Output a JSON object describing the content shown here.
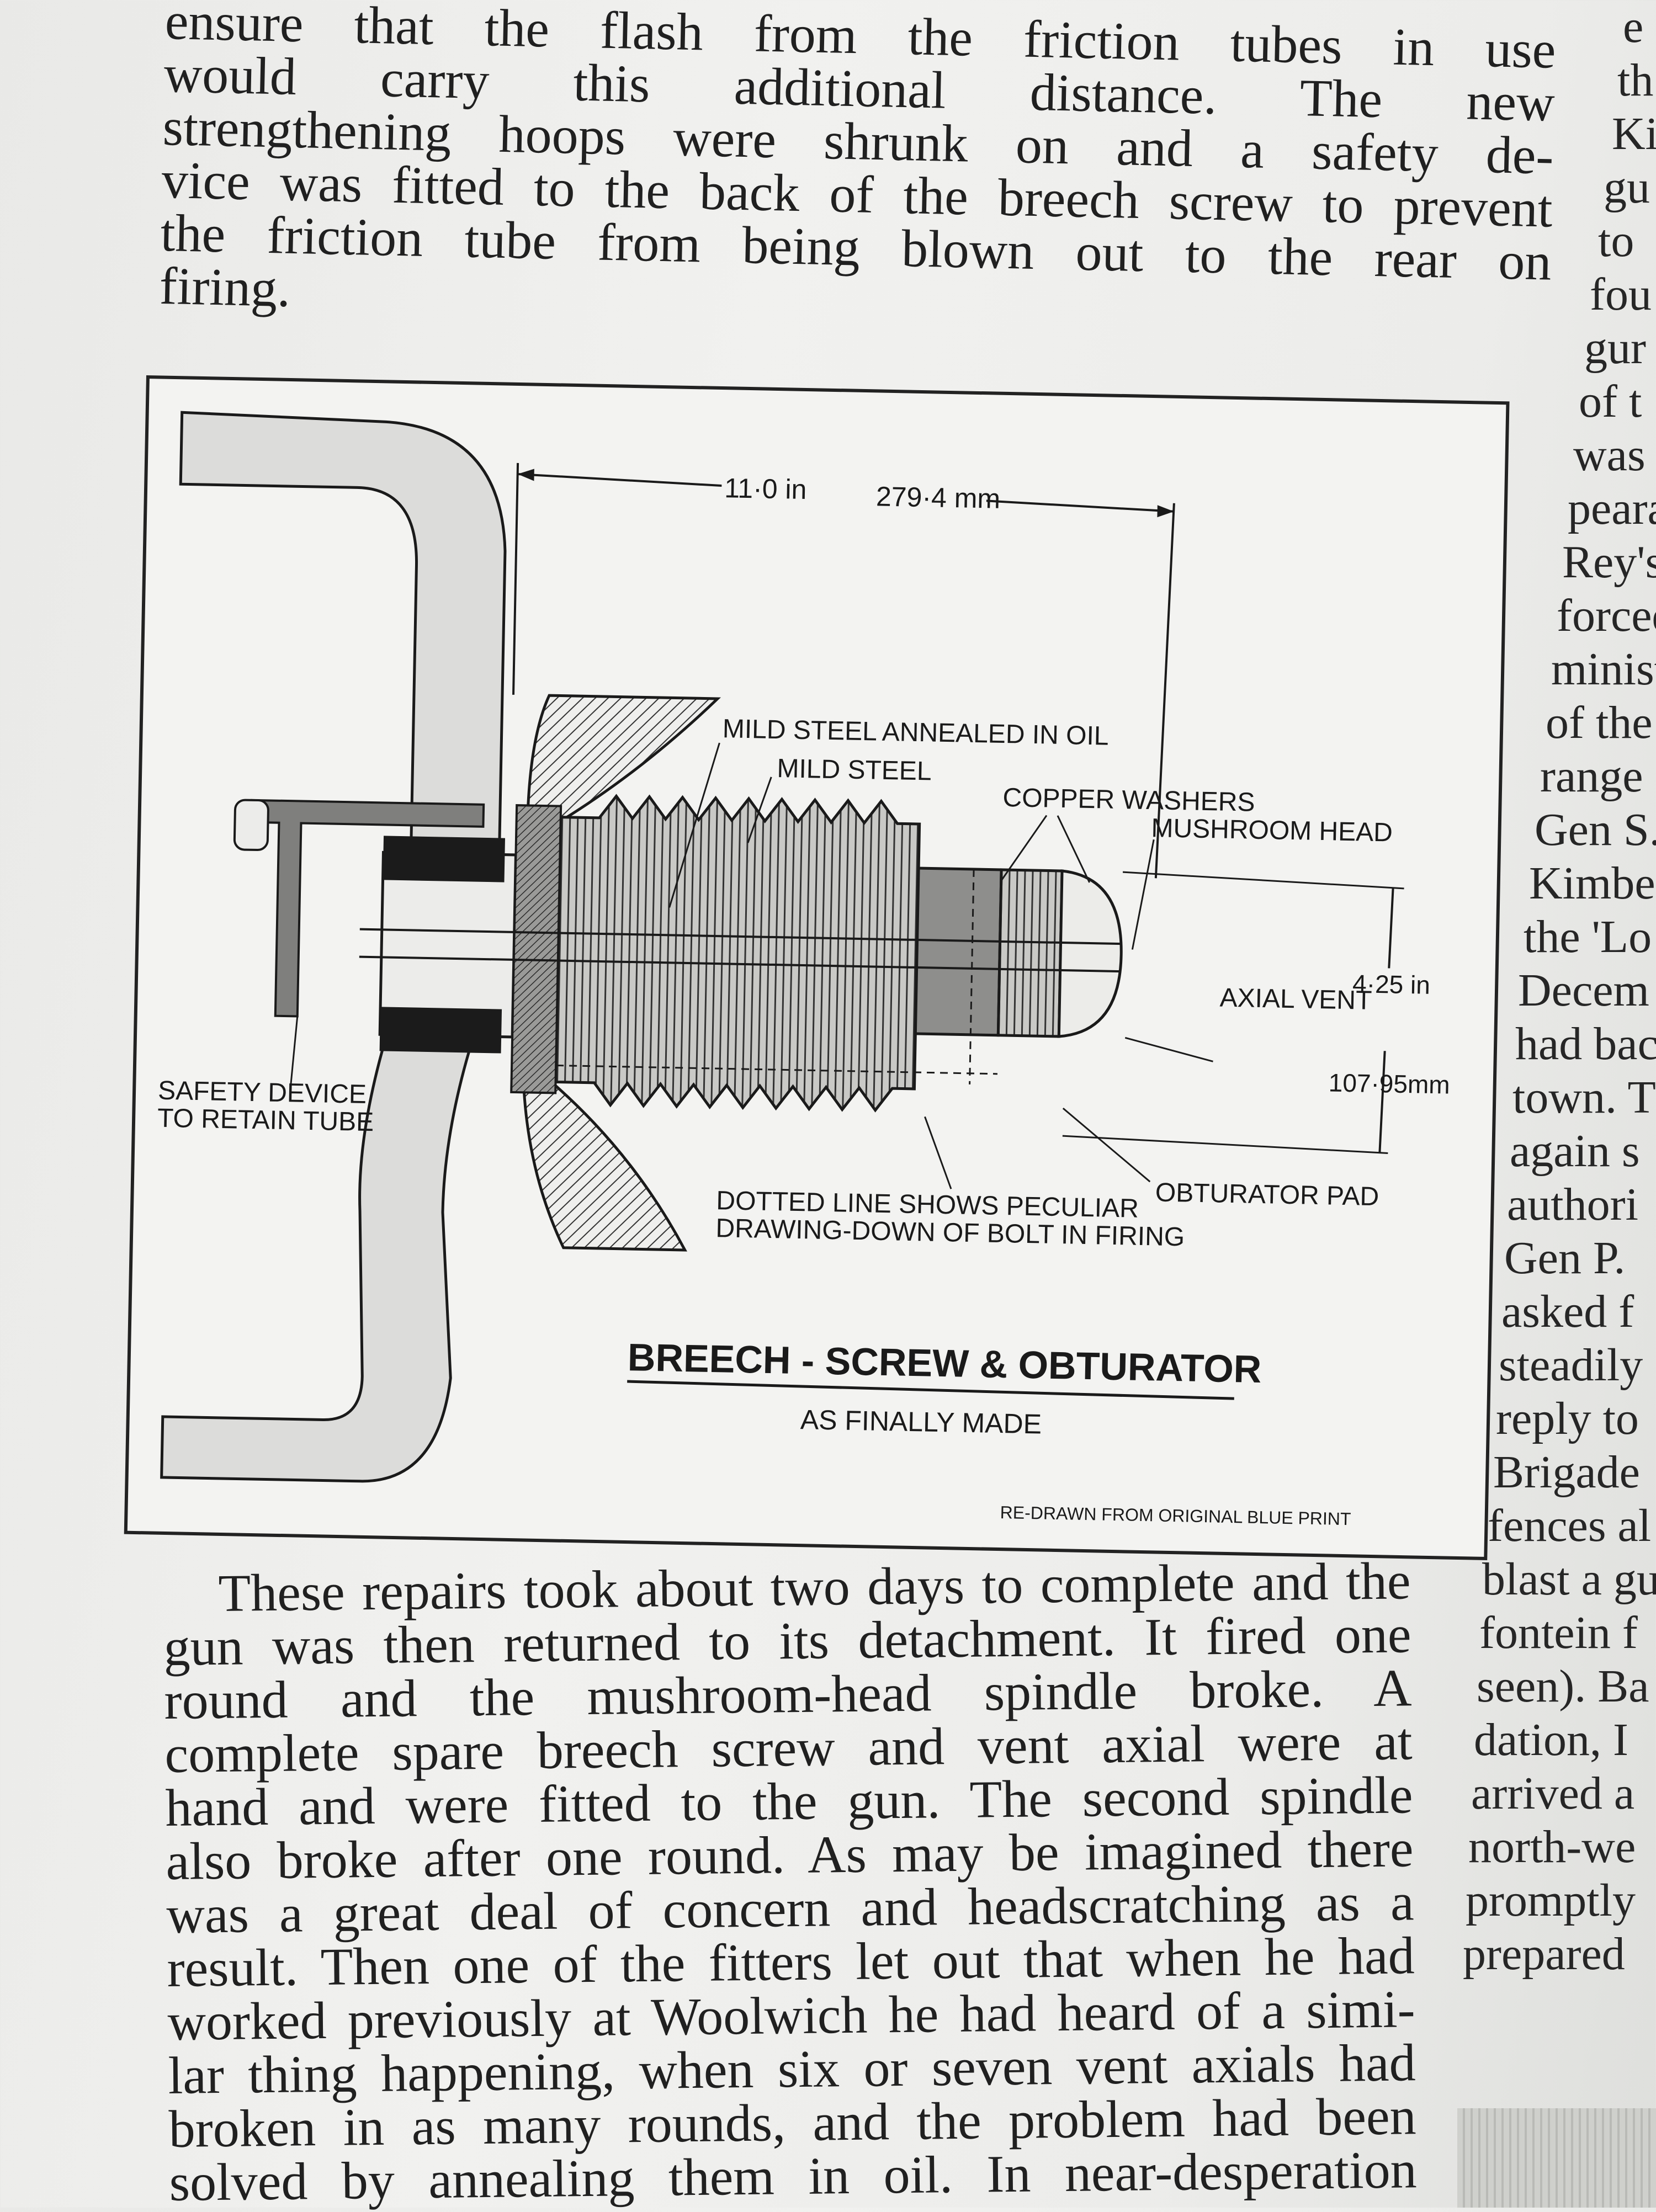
{
  "top_paragraph": [
    "ensure that the flash from the friction tubes in use",
    "would carry this additional distance. The new",
    "strengthening hoops were shrunk on and a safety de-",
    "vice was fitted to the back of the breech screw to prevent",
    "the friction tube from being blown out to the rear on",
    "firing."
  ],
  "figure": {
    "dimension_in": "11·0 in",
    "dimension_mm": "279·4 mm",
    "height_in": "4·25 in",
    "height_mm": "107·95mm",
    "labels": {
      "mild_steel_annealed": "MILD STEEL ANNEALED IN OIL",
      "mild_steel": "MILD STEEL",
      "copper_washers": "COPPER WASHERS",
      "mushroom_head": "MUSHROOM HEAD",
      "axial_vent": "AXIAL VENT",
      "safety_device_1": "SAFETY DEVICE",
      "safety_device_2": "TO RETAIN TUBE",
      "obturator_pad": "OBTURATOR PAD",
      "dotted_line_1": "DOTTED LINE SHOWS PECULIAR",
      "dotted_line_2": "DRAWING-DOWN OF BOLT IN FIRING"
    },
    "title": "BREECH - SCREW & OBTURATOR",
    "subtitle": "AS FINALLY MADE",
    "credit": "RE-DRAWN FROM ORIGINAL BLUE PRINT"
  },
  "bottom_paragraph": [
    "These repairs took about two days to complete and the",
    "gun was then returned to its detachment. It fired one",
    "round and the mushroom-head spindle broke. A",
    "complete spare breech screw and vent axial were at",
    "hand and were fitted to the gun. The second spindle",
    "also broke after one round. As may be imagined there",
    "was a great deal of concern and headscratching as a",
    "result. Then one of the fitters let out that when he had",
    "worked previously at Woolwich he had heard of a simi-",
    "lar thing happening, when six or seven vent axials had",
    "broken in as many rounds, and the problem had been",
    "solved by annealing them in oil. In near-desperation"
  ],
  "right_column": [
    "e",
    "th",
    "Ki",
    "gu",
    "to",
    "fou",
    "gur",
    "of t",
    "was",
    "peara",
    "Rey's",
    "forced",
    "minist",
    "of the",
    "range",
    "Gen S.",
    "Kimbe",
    "the 'Lo",
    "Decem",
    "had bac",
    "town. T",
    "again s",
    "authori",
    "Gen P.",
    "asked f",
    "steadily",
    "reply to",
    "Brigade",
    "fences al",
    "blast a gu",
    "fontein f",
    "seen). Ba",
    "dation, I",
    "arrived a",
    "north-we",
    "promptly",
    "prepared"
  ]
}
